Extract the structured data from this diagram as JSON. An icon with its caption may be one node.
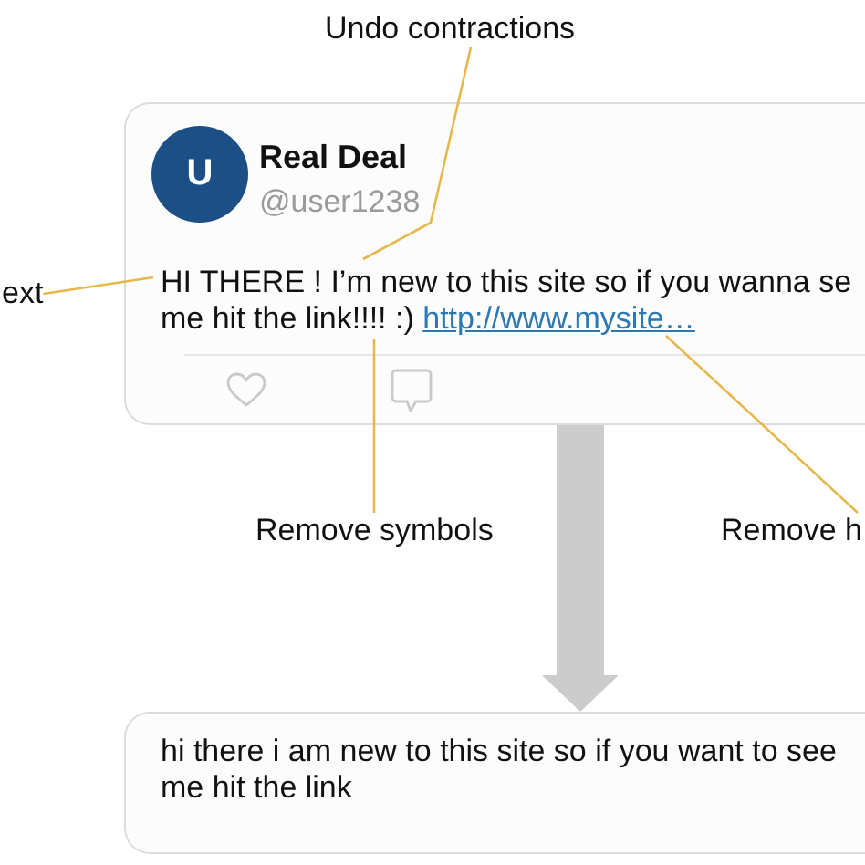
{
  "diagram": {
    "nodes": [
      {
        "text": [
          "Undo contractions"
        ]
      },
      {
        "text": [
          "Real Deal",
          "@user1238",
          "HI THERE ! I’m new to this site so if you wanna se me hit the link!!!! :)"
        ]
      },
      {
        "text": [
          "U"
        ],
        "in": 1
      },
      {
        "text": [
          "http://www.mysite…"
        ],
        "in": 1
      },
      {
        "text": [
          "ext"
        ]
      },
      {
        "text": [
          "Remove symbols"
        ]
      },
      {
        "text": [
          "Remove h"
        ]
      },
      {
        "text": [
          "hi there i am new to this site so if you want to see me hit the link"
        ]
      }
    ],
    "edges": [
      {
        "from": 0,
        "to": null,
        "arrow": "none"
      },
      {
        "from": 4,
        "to": null,
        "arrow": "none"
      },
      {
        "from": 5,
        "to": null,
        "arrow": "none"
      },
      {
        "from": 6,
        "to": 3,
        "arrow": "none"
      },
      {
        "from": 1,
        "to": 7,
        "arrow": "to",
        "style": "thick",
        "color": "#cccccc"
      }
    ]
  }
}
